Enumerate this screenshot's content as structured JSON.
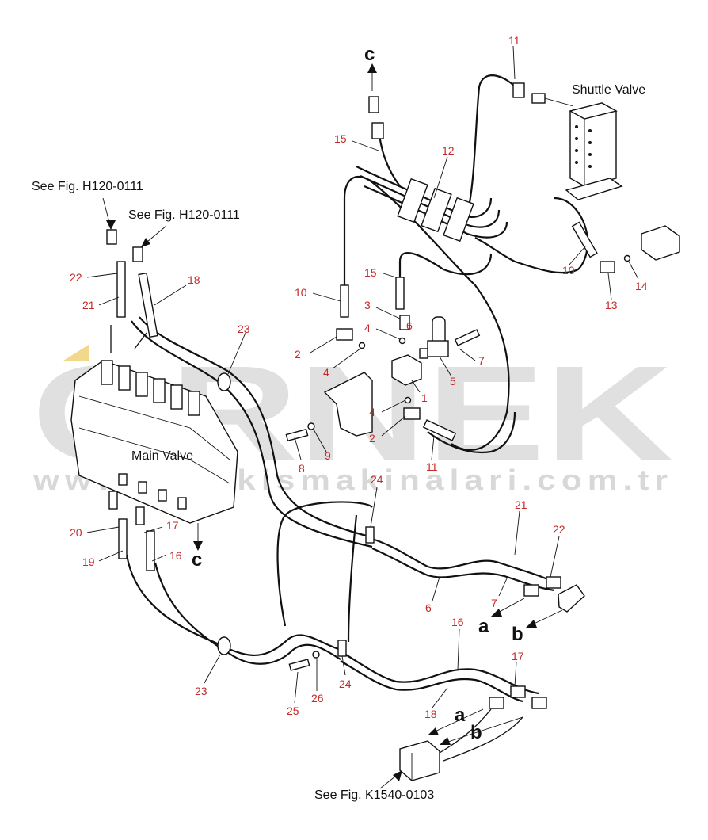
{
  "labels": {
    "see_fig_1": "See Fig. H120-0111",
    "see_fig_2": "See Fig. H120-0111",
    "see_fig_3": "See Fig. K1540-0103",
    "shuttle_valve": "Shuttle Valve",
    "main_valve": "Main Valve"
  },
  "letters": {
    "c_top": "c",
    "c_bottom": "c",
    "a_upper": "a",
    "b_upper": "b",
    "a_lower": "a",
    "b_lower": "b"
  },
  "watermark": {
    "brand": "ORNEK",
    "url": "www.ornekismakinalari.com.tr"
  },
  "part_numbers": {
    "p11_top": "11",
    "p15_top": "15",
    "p12": "12",
    "p22_left": "22",
    "p21_left": "21",
    "p18_top": "18",
    "p23_top": "23",
    "p10_left": "10",
    "p15_mid": "15",
    "p3": "3",
    "p4_a": "4",
    "p6": "6",
    "p2_a": "2",
    "p4_b": "4",
    "p7_mid": "7",
    "p5": "5",
    "p1": "1",
    "p4_c": "4",
    "p2_b": "2",
    "p8": "8",
    "p9": "9",
    "p11_mid": "11",
    "p10_right": "10",
    "p13": "13",
    "p14": "14",
    "p24_top": "24",
    "p21_right": "21",
    "p22_right": "22",
    "p7_right": "7",
    "p6_right": "6",
    "p20": "20",
    "p17_left": "17",
    "p19": "19",
    "p16_left": "16",
    "p16_right": "16",
    "p17_right": "17",
    "p23_bottom": "23",
    "p25": "25",
    "p26": "26",
    "p24_bottom": "24",
    "p18_bottom": "18"
  },
  "colors": {
    "part_number": "#c42a2a",
    "line": "#111111",
    "watermark": "#d6d6d6",
    "accent_triangle": "#f2d88a"
  }
}
